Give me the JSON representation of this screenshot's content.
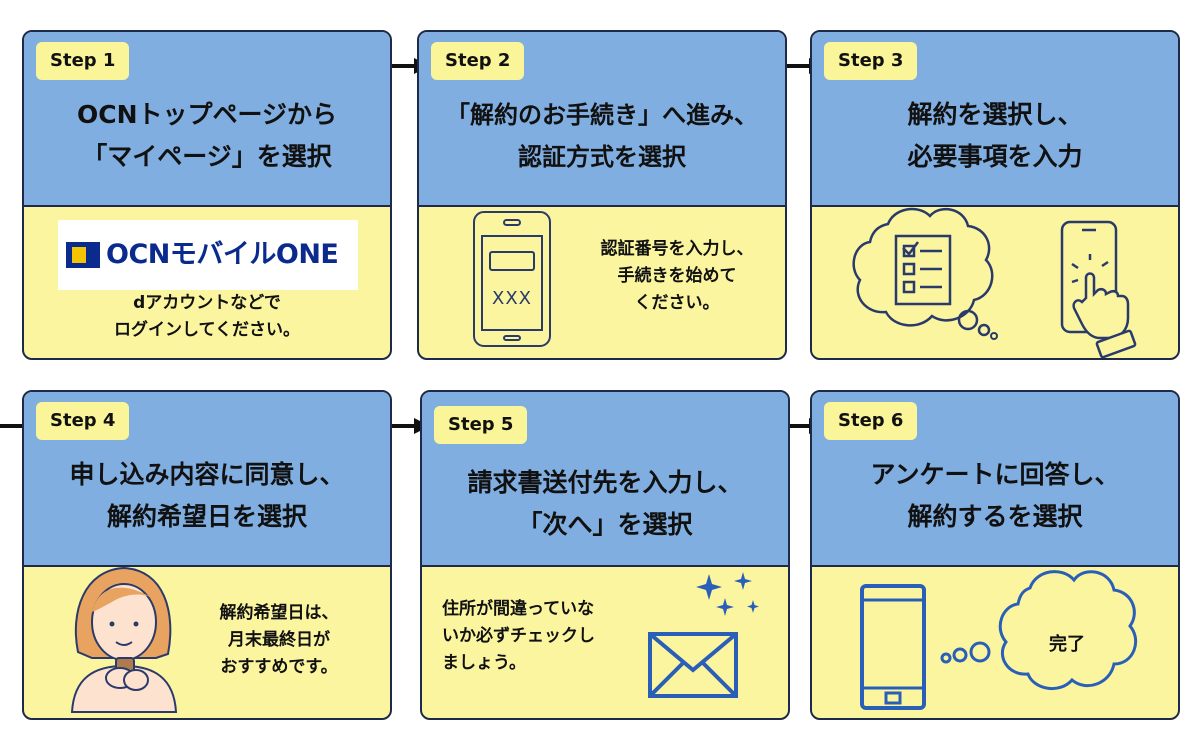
{
  "steps": [
    {
      "badge": "Step 1",
      "title_lines": [
        "OCNトップページから",
        "「マイページ」を選択"
      ],
      "desc_lines": [
        "dアカウントなどで",
        "ログインしてください。"
      ],
      "logo_text": "OCNモバイルONE"
    },
    {
      "badge": "Step 2",
      "title_lines": [
        "「解約のお手続き」へ進み、",
        "認証方式を選択"
      ],
      "desc_lines": [
        "認証番号を入力し、",
        "手続きを始めて",
        "ください。"
      ],
      "phone_code": "XXX"
    },
    {
      "badge": "Step 3",
      "title_lines": [
        "解約を選択し、",
        "必要事項を入力"
      ],
      "desc_lines": []
    },
    {
      "badge": "Step 4",
      "title_lines": [
        "申し込み内容に同意し、",
        "解約希望日を選択"
      ],
      "desc_lines": [
        "解約希望日は、",
        "月末最終日が",
        "おすすめです。"
      ]
    },
    {
      "badge": "Step 5",
      "title_lines": [
        "請求書送付先を入力し、",
        "「次へ」を選択"
      ],
      "desc_lines": [
        "住所が間違っていな",
        "いか必ずチェックし",
        "ましょう。"
      ]
    },
    {
      "badge": "Step 6",
      "title_lines": [
        "アンケートに回答し、",
        "解約するを選択"
      ],
      "desc_lines": [],
      "bubble_text": "完了"
    }
  ],
  "colors": {
    "header_blue": "#80aee0",
    "body_yellow": "#fbf5a0",
    "badge_yellow": "#fbf59a",
    "outline": "#1e2a4a",
    "logo_navy": "#0a2a8e"
  }
}
